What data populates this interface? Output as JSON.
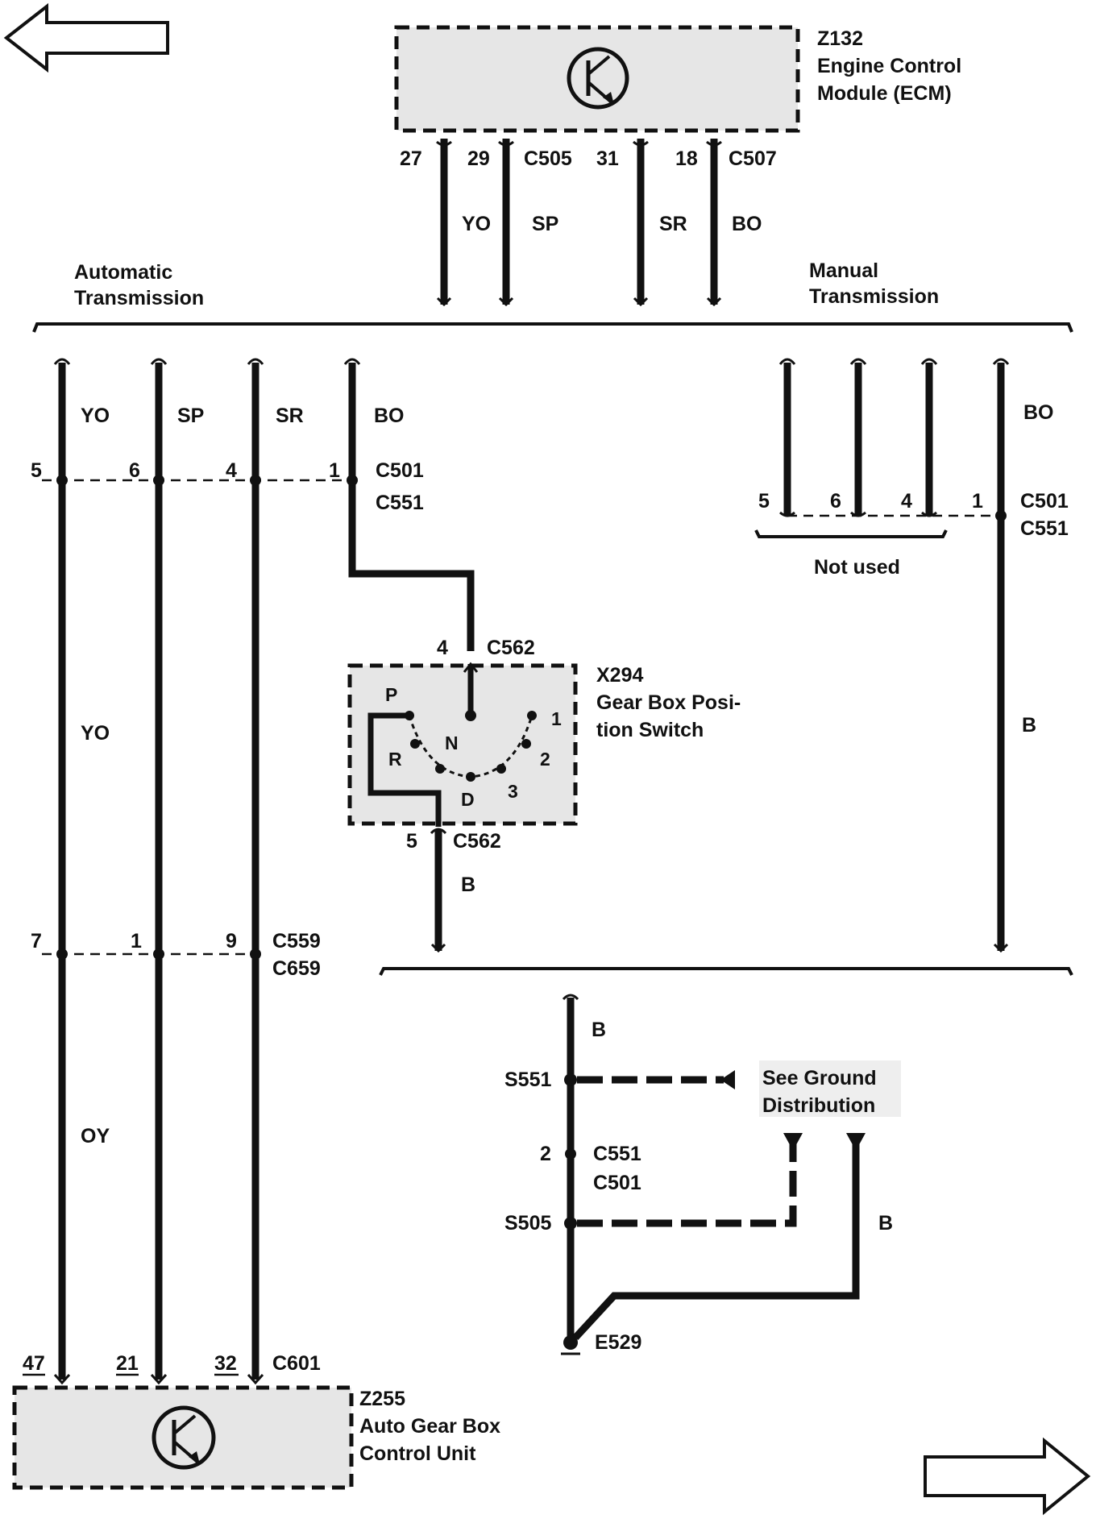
{
  "modules": {
    "ecm": {
      "id": "Z132",
      "name_line1": "Engine Control",
      "name_line2": "Module (ECM)"
    },
    "gearbox_unit": {
      "id": "Z255",
      "name_line1": "Auto Gear Box",
      "name_line2": "Control Unit"
    },
    "position_switch": {
      "id": "X294",
      "name_line1": "Gear Box Posi-",
      "name_line2": "tion Switch"
    }
  },
  "ecm_pins": [
    "27",
    "29",
    "31",
    "18"
  ],
  "ecm_connectors": [
    "C505",
    "C507"
  ],
  "ecm_wire_colors": [
    "YO",
    "SP",
    "SR",
    "BO"
  ],
  "sections": {
    "automatic": [
      "Automatic",
      "Transmission"
    ],
    "manual": [
      "Manual",
      "Transmission"
    ]
  },
  "auto_wire_colors": [
    "YO",
    "SP",
    "SR",
    "BO"
  ],
  "auto_pins_c501": [
    "5",
    "6",
    "4",
    "1"
  ],
  "connectors": {
    "c501": "C501",
    "c551": "C551",
    "c562": "C562",
    "c559": "C559",
    "c659": "C659",
    "c601": "C601"
  },
  "manual": {
    "wire_color": "BO",
    "pins": [
      "5",
      "6",
      "4",
      "1"
    ],
    "not_used": "Not used",
    "lower_color": "B"
  },
  "switch": {
    "pin_top": "4",
    "pin_bottom": "5",
    "positions": [
      "P",
      "R",
      "N",
      "D",
      "1",
      "2",
      "3"
    ],
    "output_color": "B"
  },
  "auto_mid_colors": [
    "YO",
    "OY"
  ],
  "auto_pins_c559": [
    "7",
    "1",
    "9"
  ],
  "gearbox_pins": [
    "47",
    "21",
    "32"
  ],
  "ground": {
    "color": "B",
    "splices": [
      "S551",
      "S505"
    ],
    "connector_pin": "2",
    "connectors": [
      "C551",
      "C501"
    ],
    "see_line1": "See Ground",
    "see_line2": "Distribution",
    "ground_point": "E529",
    "return_color": "B"
  },
  "nav": {
    "prev": "previous-page-arrow",
    "next": "next-page-arrow"
  }
}
